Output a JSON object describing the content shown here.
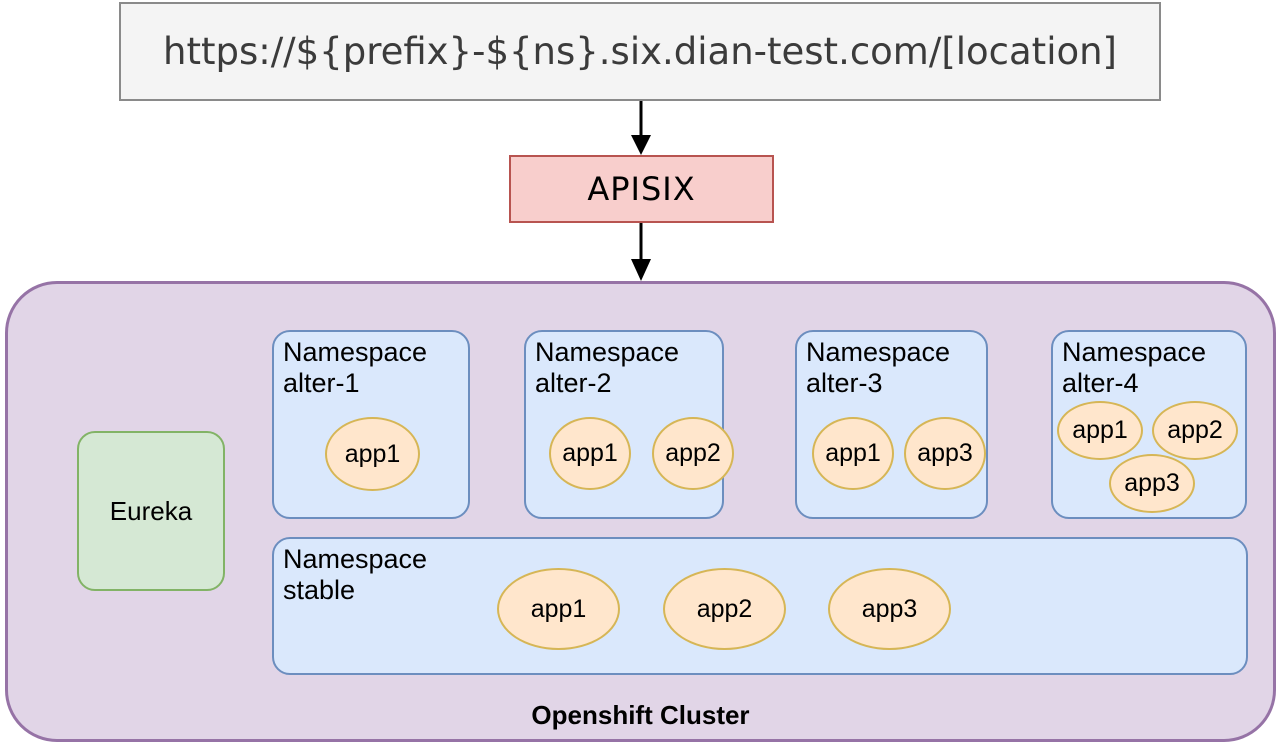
{
  "diagram": {
    "url_box": {
      "text": "https://${prefix}-${ns}.six.dian-test.com/[location]"
    },
    "gateway": {
      "label": "APISIX",
      "fill": "#f8cecc",
      "stroke": "#b85450"
    },
    "cluster": {
      "label": "Openshift Cluster",
      "fill": "#e1d5e7",
      "stroke": "#9673a6"
    },
    "registry": {
      "label": "Eureka",
      "fill": "#d5e8d4",
      "stroke": "#82b366"
    },
    "namespace_style": {
      "fill": "#dae8fc",
      "stroke": "#6c8ebf"
    },
    "app_style": {
      "fill": "#ffe6cc",
      "stroke": "#d6b656"
    },
    "namespaces": [
      {
        "id": "alter-1",
        "label": "Namespace\nalter-1",
        "apps": [
          "app1"
        ]
      },
      {
        "id": "alter-2",
        "label": "Namespace\nalter-2",
        "apps": [
          "app1",
          "app2"
        ]
      },
      {
        "id": "alter-3",
        "label": "Namespace\nalter-3",
        "apps": [
          "app1",
          "app3"
        ]
      },
      {
        "id": "alter-4",
        "label": "Namespace\nalter-4",
        "apps": [
          "app1",
          "app2",
          "app3"
        ]
      },
      {
        "id": "stable",
        "label": "Namespace\nstable",
        "apps": [
          "app1",
          "app2",
          "app3"
        ]
      }
    ],
    "connectors": [
      {
        "from": "url-box",
        "to": "apisix",
        "style": "arrow-down"
      },
      {
        "from": "apisix",
        "to": "cluster",
        "style": "arrow-down"
      }
    ]
  }
}
